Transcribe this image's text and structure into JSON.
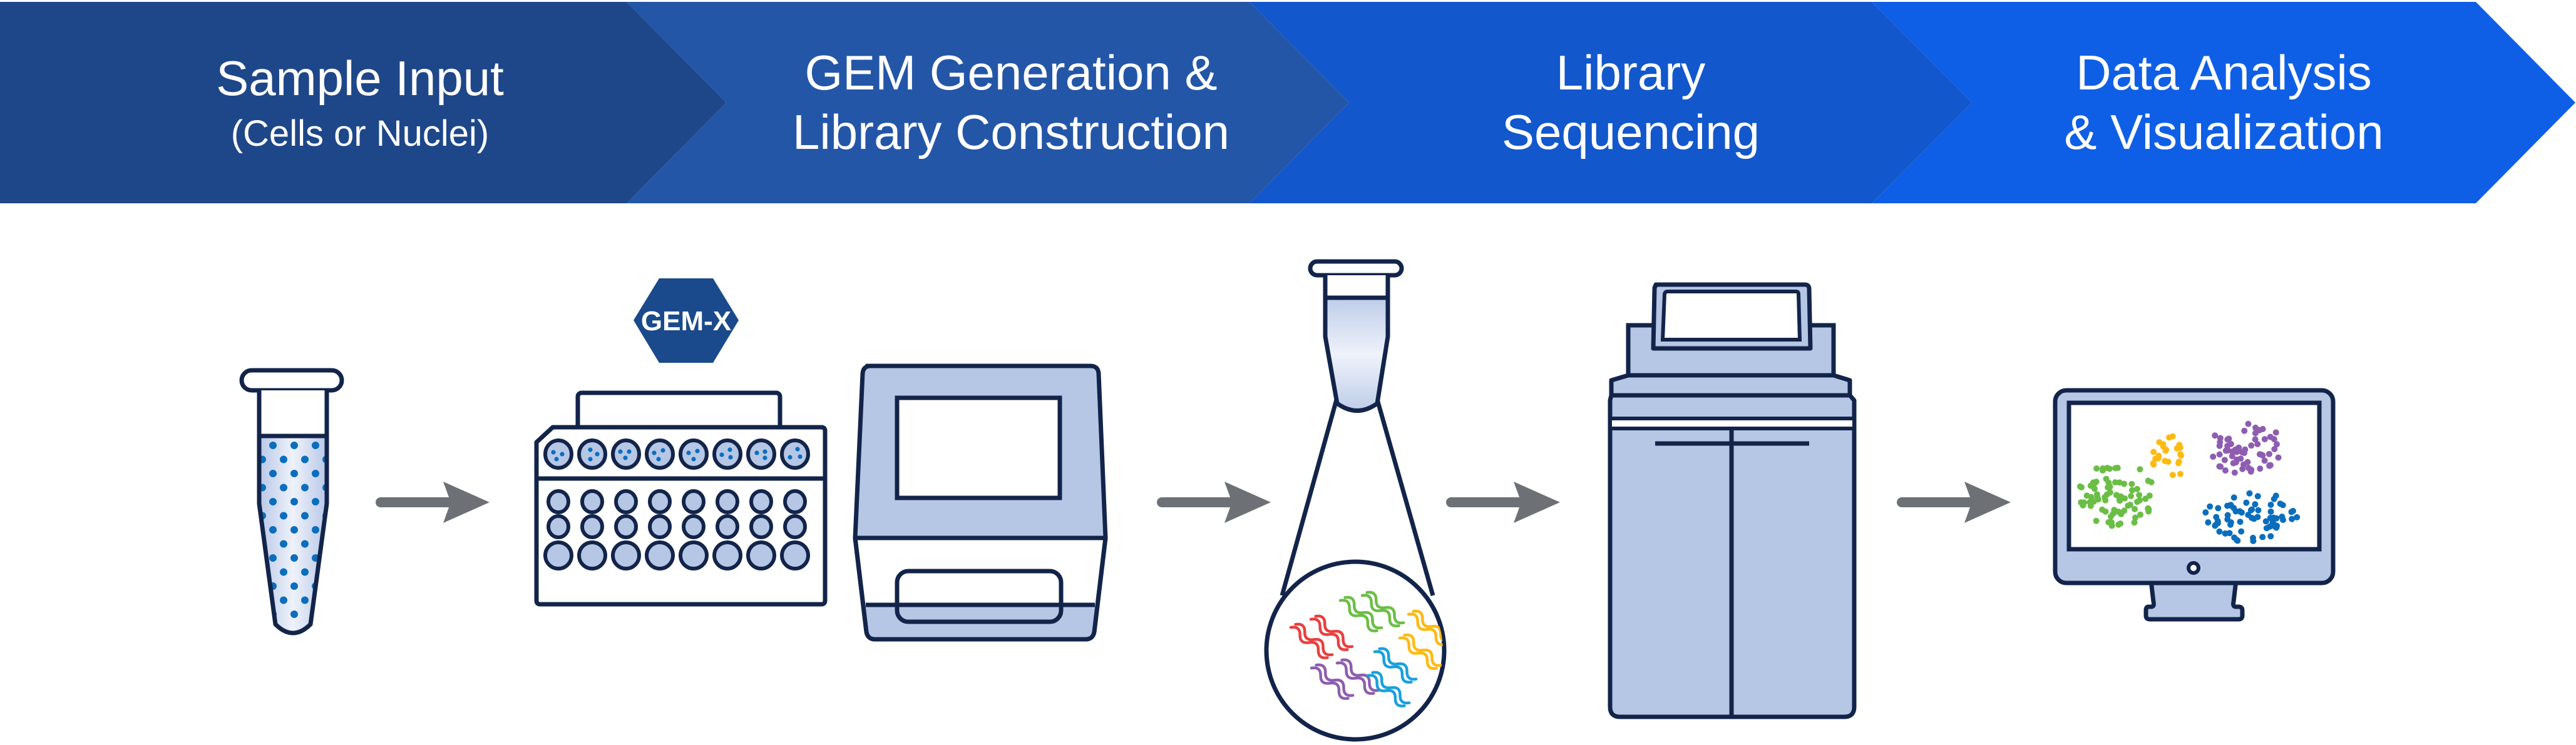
{
  "banner": {
    "steps": [
      {
        "title_line1": "Sample Input",
        "title_line2": "",
        "subtitle": "(Cells or Nuclei)",
        "color": "#1E4789"
      },
      {
        "title_line1": "GEM Generation &",
        "title_line2": "Library Construction",
        "subtitle": "",
        "color": "#2456A8"
      },
      {
        "title_line1": "Library",
        "title_line2": "Sequencing",
        "subtitle": "",
        "color": "#1257CC"
      },
      {
        "title_line1": "Data Analysis",
        "title_line2": "& Visualization",
        "subtitle": "",
        "color": "#0F5FE6"
      }
    ]
  },
  "illustrations": {
    "sample_tube": {
      "label": "sample-tube-with-cells"
    },
    "chip": {
      "badge_text": "GEM-X",
      "top_wells": 8,
      "well_rows": 3,
      "wells_per_row": 8
    },
    "controller": {
      "label": "chromium-controller"
    },
    "library_tube": {
      "label": "library-tube-with-magnified-fragments",
      "fragment_colors": [
        "#E8403F",
        "#6BBE45",
        "#FDBA12",
        "#8E5DB0",
        "#1AA0DC"
      ]
    },
    "sequencer": {
      "label": "sequencer-instrument"
    },
    "monitor": {
      "label": "monitor-with-cluster-plot",
      "cluster_colors": {
        "green": "#6BBE45",
        "yellow": "#FDBA12",
        "purple": "#8E5DB0",
        "blue": "#0A6EBD"
      }
    }
  },
  "colors": {
    "outline": "#13244A",
    "instrument_fill": "#B6C7E6",
    "arrow": "#6D7075",
    "badge": "#1A4A8C",
    "cell_dot": "#0A6EBD"
  }
}
